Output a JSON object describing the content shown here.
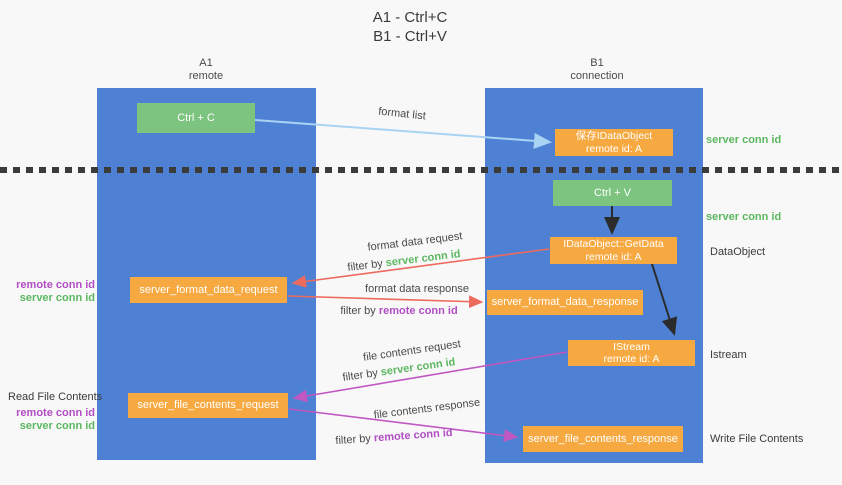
{
  "title": {
    "line1": "A1 - Ctrl+C",
    "line2": "B1 - Ctrl+V"
  },
  "lanes": {
    "a1": {
      "name": "A1",
      "role": "remote"
    },
    "b1": {
      "name": "B1",
      "role": "connection"
    }
  },
  "nodes": {
    "ctrl_c": {
      "label": "Ctrl + C"
    },
    "ctrl_v": {
      "label": "Ctrl + V"
    },
    "save_idataobject": {
      "line1": "保存IDataObject",
      "line2": "remote id: A"
    },
    "idataobject_getdata": {
      "line1": "IDataObject::GetData",
      "line2": "remote id: A"
    },
    "istream": {
      "line1": "IStream",
      "line2": "remote id: A"
    },
    "server_format_data_request": {
      "label": "server_format_data_request"
    },
    "server_format_data_response": {
      "label": "server_format_data_response"
    },
    "server_file_contents_request": {
      "label": "server_file_contents_request"
    },
    "server_file_contents_response": {
      "label": "server_file_contents_response"
    }
  },
  "edge_labels": {
    "format_list": "format list",
    "format_data_request": "format data request",
    "format_data_request_filter": {
      "prefix": "filter by ",
      "id": "server conn id"
    },
    "format_data_response": "format data response",
    "format_data_response_filter": {
      "prefix": "filter by ",
      "id": "remote conn id"
    },
    "file_contents_request": "file contents request",
    "file_contents_request_filter": {
      "prefix": "filter by ",
      "id": "server conn id"
    },
    "file_contents_response": "file contents response",
    "file_contents_response_filter": {
      "prefix": "filter by ",
      "id": "remote conn id"
    }
  },
  "annotations": {
    "right": {
      "server_conn_id_top": "server conn id",
      "server_conn_id_mid": "server conn id",
      "dataobject": "DataObject",
      "istream": "Istream",
      "write_file_contents": "Write File Contents"
    },
    "left": {
      "format_remote": "remote conn id",
      "format_server": "server conn id",
      "read_file_contents": "Read File Contents",
      "file_remote": "remote conn id",
      "file_server": "server conn id"
    }
  },
  "colors": {
    "lane_blue": "#4E81D3",
    "node_green": "#7CC47F",
    "node_orange": "#F7A941",
    "arrow_light_blue": "#A9D3F2",
    "arrow_red": "#ED6A5E",
    "arrow_magenta": "#C157C1",
    "arrow_black": "#2B2B2B",
    "id_text_green": "#5CB75F",
    "id_text_purple": "#B14EC4"
  }
}
